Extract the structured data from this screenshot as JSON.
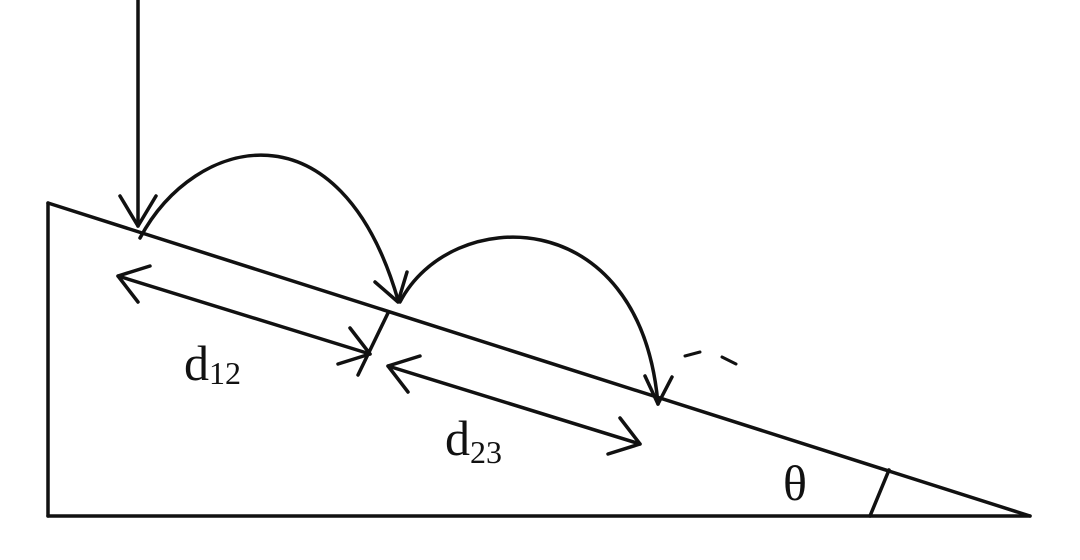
{
  "labels": {
    "d12": {
      "main": "d",
      "sub": "12"
    },
    "d23": {
      "main": "d",
      "sub": "23"
    },
    "theta": "θ"
  },
  "colors": {
    "ink": "#111111",
    "background": "#ffffff"
  }
}
